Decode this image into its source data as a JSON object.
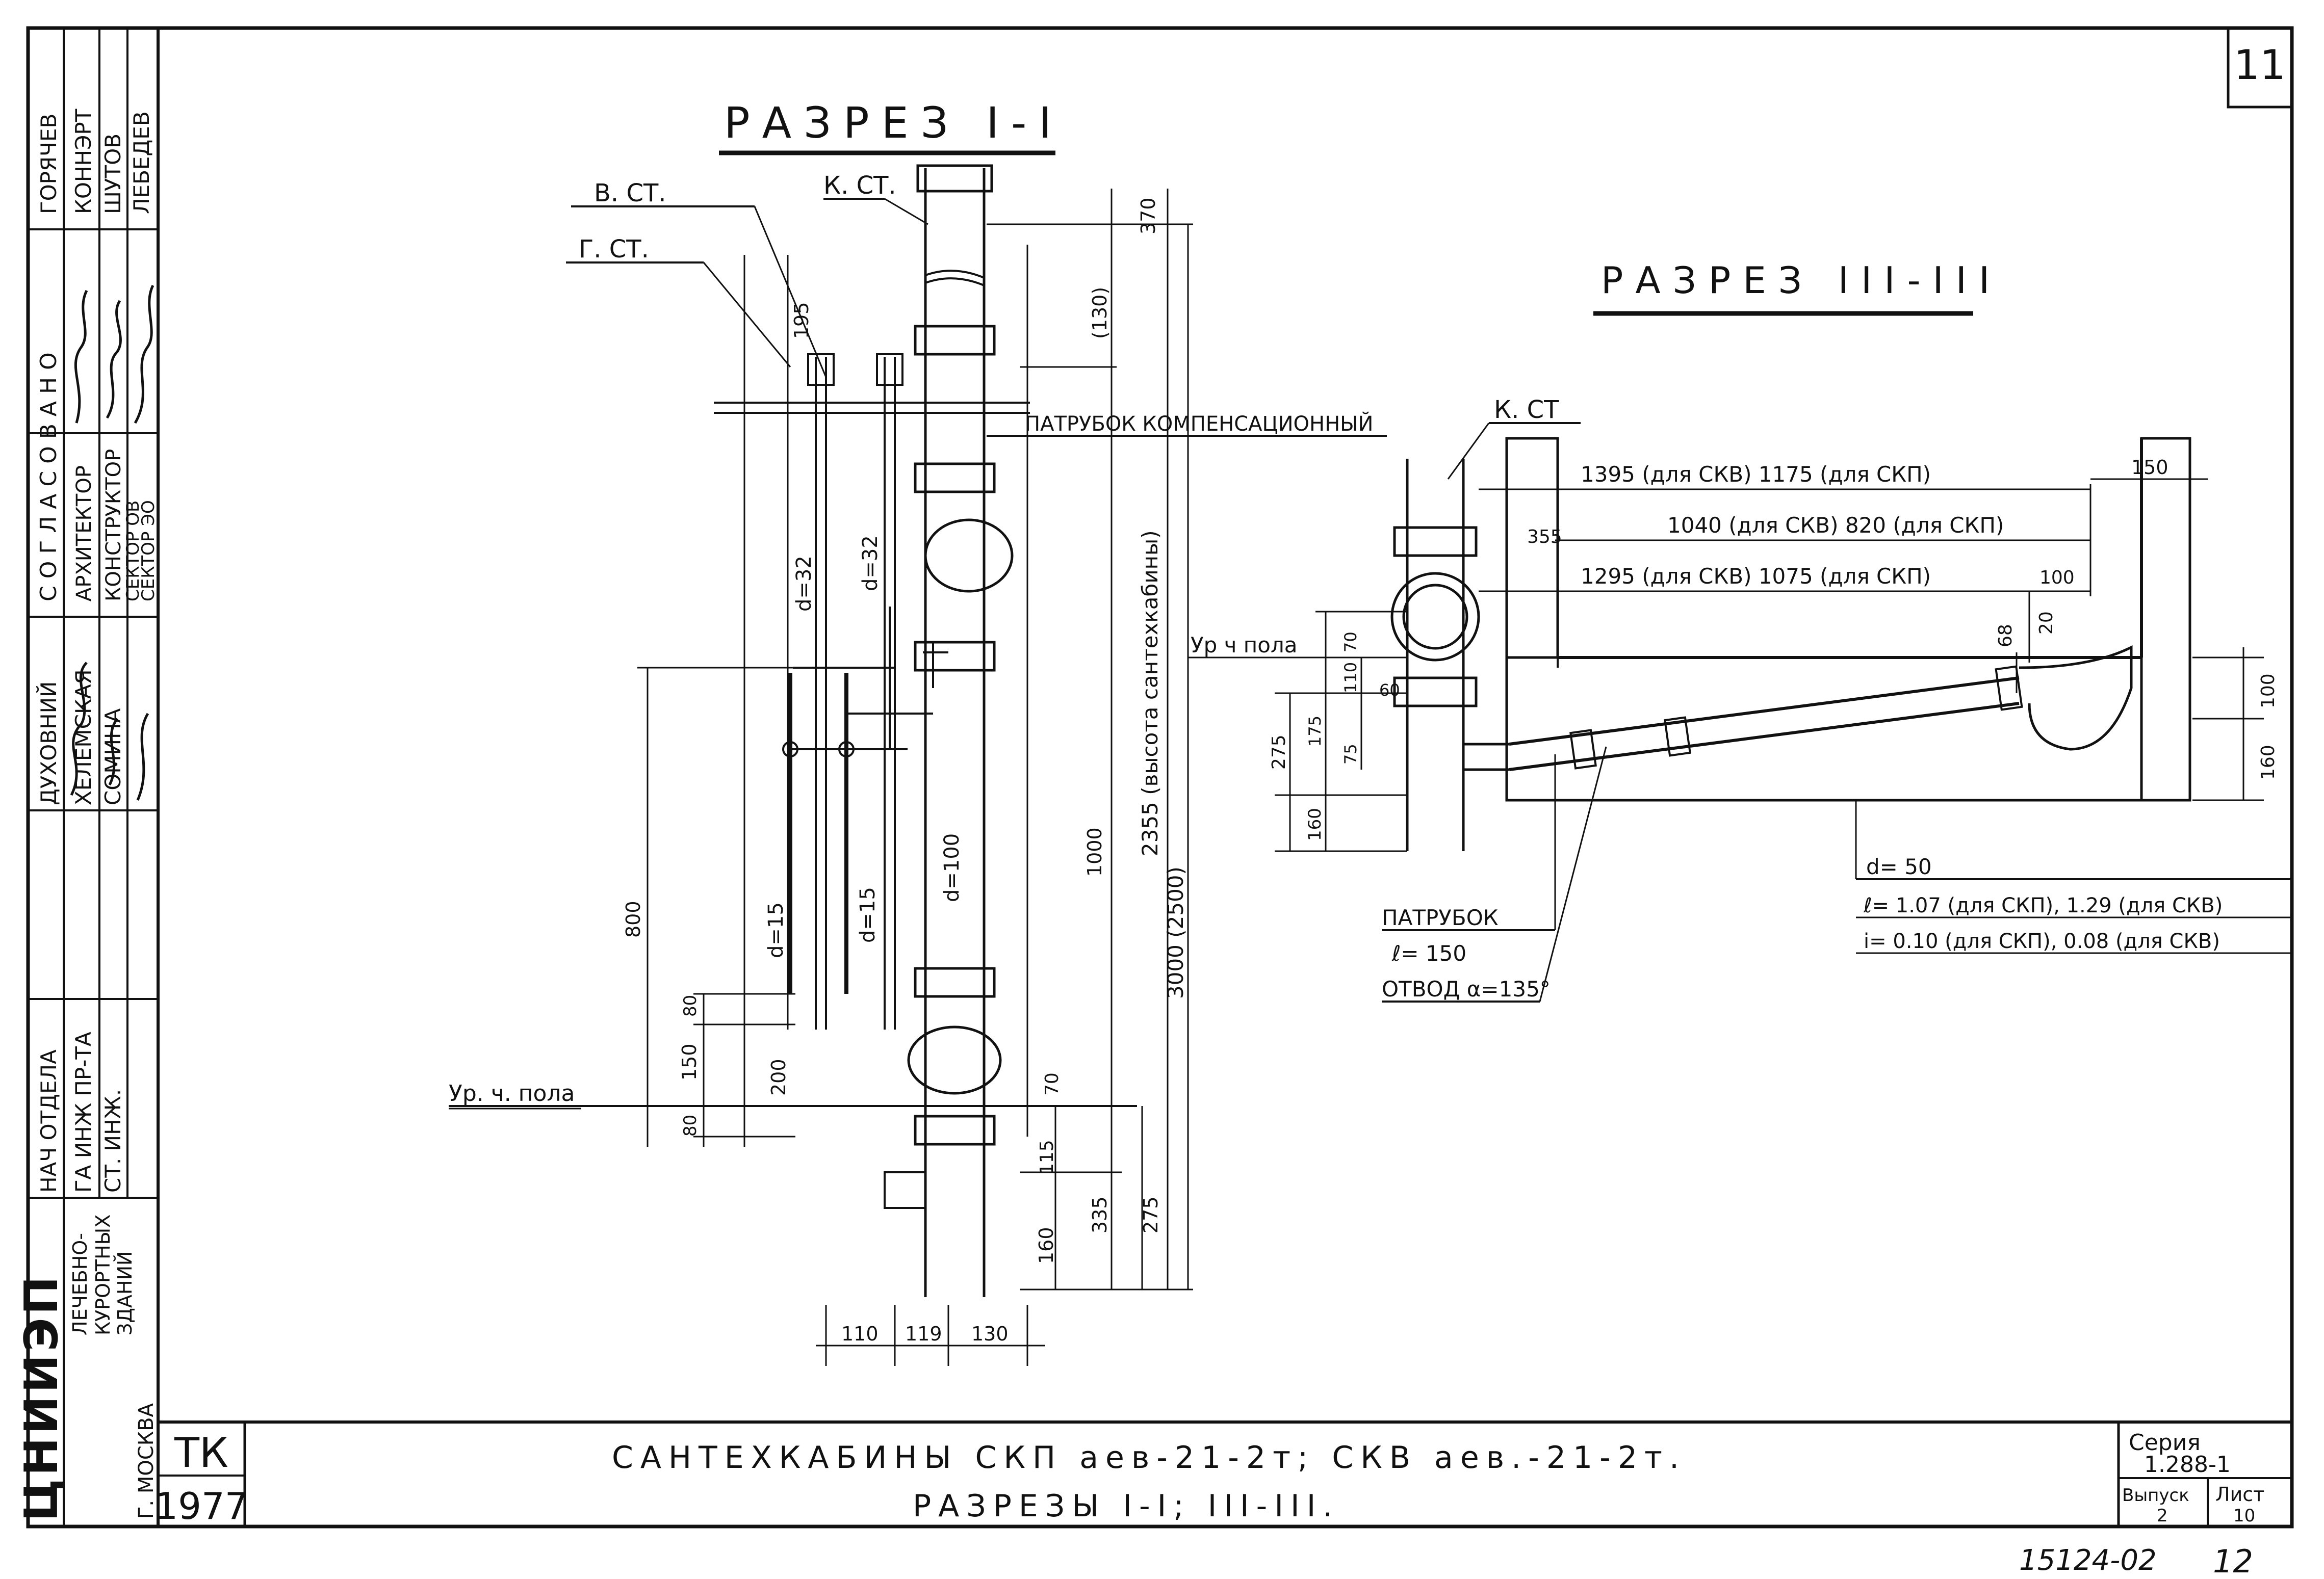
{
  "sheet": {
    "number": "11"
  },
  "title_block": {
    "org": "ЦНИИЭП",
    "org_type": [
      "ЛЕЧЕБНО-",
      "КУРОРТНЫХ",
      "ЗДАНИЙ"
    ],
    "city": "Г. МОСКВА",
    "roles": [
      "НАЧ ОТДЕЛА",
      "ГА ИНЖ ПР-ТА",
      "СТ. ИНЖ."
    ],
    "names": [
      "ДУХОВНИЙ",
      "ХЕЛЕМСКАЯ",
      "СОМИНА"
    ],
    "agreed_header": "СОГЛАСОВАНО",
    "agreed_roles": [
      "АРХИТЕКТОР",
      "КОНСТРУКТОР",
      "СЕКТОР ОВ",
      "СЕКТОР ЭО"
    ],
    "agreed_names": [
      "ГОРЯЧЕВ",
      "КОННЭРТ",
      "ШУТОВ",
      "ЛЕБЕДЕВ"
    ],
    "code": "ТК",
    "year": "1977",
    "title_line1": "САНТЕХКАБИНЫ СКП аев-21-2т; СКВ аев.-21-2т.",
    "title_line2": "РАЗРЕЗЫ I-I; III-III.",
    "series_label": "Серия",
    "series_value": "1.288-1",
    "issue_label": "Выпуск",
    "issue_value": "2",
    "sheet_label": "Лист",
    "sheet_value": "10"
  },
  "footer": {
    "doc_number": "15124-02",
    "page": "12"
  },
  "section1": {
    "title": "РАЗРЕЗ I-I",
    "labels": {
      "v_st": "В. СТ.",
      "g_st": "Г. СТ.",
      "k_st": "К. СТ.",
      "patrubok": "ПАТРУБОК КОМПЕНСАЦИОННЫЙ",
      "floor": "Ур. ч. пола",
      "d32a": "d=32",
      "d32b": "d=32",
      "d15a": "d=15",
      "d15b": "d=15",
      "d100": "d=100",
      "height": "2355 (высота сантехкабины)",
      "h3000": "3000 (2500)"
    },
    "dims": {
      "d370": "370",
      "d195": "195",
      "d130v": "(130)",
      "d1000": "1000",
      "d800": "800",
      "d150": "150",
      "d80a": "80",
      "d80b": "80",
      "d200": "200",
      "d70": "70",
      "d115": "115",
      "d335": "335",
      "d275": "275",
      "d160": "160",
      "d110h": "110",
      "d119h": "119",
      "d130h": "130"
    }
  },
  "section3": {
    "title": "РАЗРЕЗ III-III",
    "labels": {
      "k_st": "К. СТ",
      "floor": "Ур ч пола",
      "l1395": "1395 (для СКВ) 1175 (для СКП)",
      "l1040": "1040 (для СКВ) 820 (для СКП)",
      "l1295": "1295 (для СКВ) 1075 (для СКП)",
      "patrubok": "ПАТРУБОК",
      "patrubok_l": "ℓ= 150",
      "otvod": "ОТВОД α=135°",
      "d50": "d= 50",
      "l_len": "ℓ= 1.07 (для СКП), 1.29 (для СКВ)",
      "slope": "i= 0.10 (для СКП), 0.08 (для СКВ)"
    },
    "dims": {
      "d150": "150",
      "d355": "355",
      "d100a": "100",
      "d20": "20",
      "d68": "68",
      "d100b": "100",
      "d160a": "160",
      "d70": "70",
      "d110": "110",
      "d60": "60",
      "d175": "175",
      "d75": "75",
      "d275": "275",
      "d160b": "160"
    }
  }
}
